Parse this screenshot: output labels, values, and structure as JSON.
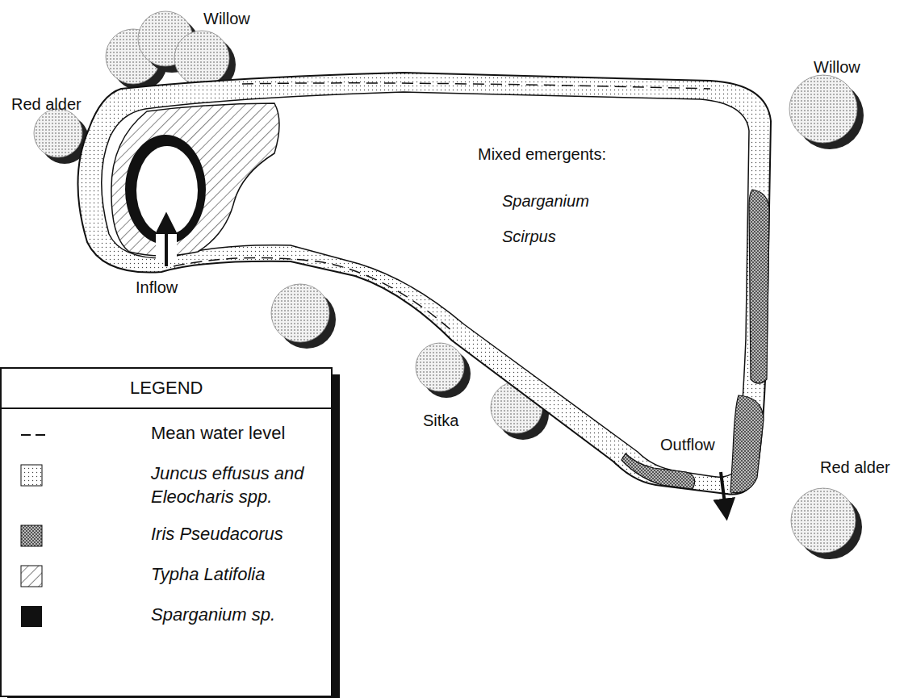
{
  "diagram": {
    "labels": [
      "Willow",
      "Red alder",
      "Willow",
      "Mixed emergents:",
      "Sparganium",
      "Scirpus",
      "Inflow",
      "Sitka",
      "Outflow",
      "Red alder",
      "LEGEND"
    ],
    "legend": [
      {
        "text": "Mean water level"
      },
      {
        "text": "Juncus effusus and Eleocharis spp."
      },
      {
        "text": "Iris Pseudacorus"
      },
      {
        "text": "Typha Latifolia"
      },
      {
        "text": "Sparganium sp.",
        "color": "#111111"
      }
    ]
  }
}
